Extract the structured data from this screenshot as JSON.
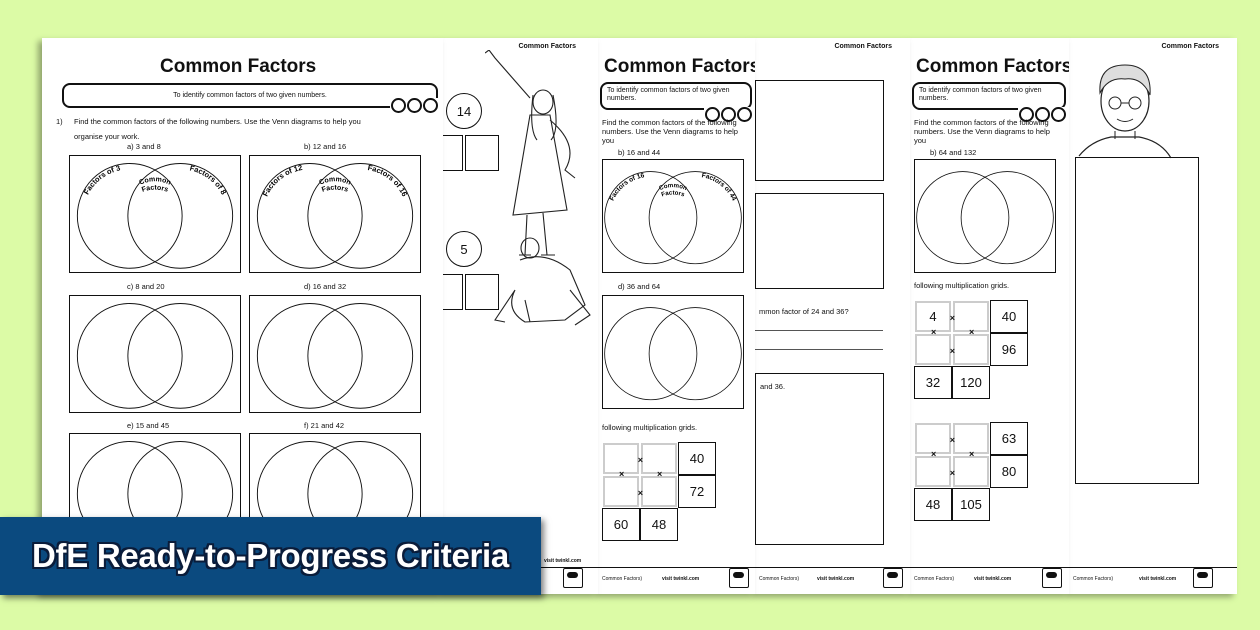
{
  "colors": {
    "background": "#dcfba6",
    "banner": "#0b4a7f",
    "banner_text": "#ffffff"
  },
  "banner": {
    "text": "DfE Ready-to-Progress Criteria"
  },
  "page1": {
    "title": "Common Factors",
    "objective": "To identify common factors of two given numbers.",
    "question_number": "1)",
    "question_line1": "Find the common factors of the following numbers. Use the Venn diagrams to help you",
    "question_line2": "organise your work.",
    "venns": [
      {
        "label": "a)  3 and 8",
        "left": "Factors of 3",
        "middle1": "Common",
        "middle2": "Factors",
        "right": "Factors of 8"
      },
      {
        "label": "b)  12 and 16",
        "left": "Factors of 12",
        "middle1": "Common",
        "middle2": "Factors",
        "right": "Factors of 16"
      },
      {
        "label": "c)  8 and 20"
      },
      {
        "label": "d)  16 and 32"
      },
      {
        "label": "e)  15 and 45"
      },
      {
        "label": "f)  21 and 42"
      }
    ]
  },
  "page2": {
    "header": "Common Factors",
    "circle1": "14",
    "circle2": "5",
    "footer_link": "visit twinkl.com"
  },
  "page3": {
    "title": "Common Factors",
    "objective": "To identify common factors of two given numbers.",
    "question_line1": "Find the common factors of the following numbers. Use the Venn diagrams to help you",
    "venn_b": {
      "label": "b)  16 and 44",
      "left": "Factors of 16",
      "middle1": "Common",
      "middle2": "Factors",
      "right": "Factors of 44"
    },
    "venn_d": {
      "label": "d)  36 and 64"
    },
    "grids_instruction": "following multiplication grids.",
    "grid": [
      [
        "",
        "",
        "40"
      ],
      [
        "",
        "",
        "72"
      ],
      [
        "60",
        "48",
        ""
      ]
    ],
    "footer_left": "Common Factors)",
    "footer_link": "visit twinkl.com"
  },
  "page4": {
    "header": "Common Factors",
    "question_a": "mmon factor of 24 and 36?",
    "question_b": "and 36.",
    "footer_left": "Common Factors)",
    "footer_link": "visit twinkl.com"
  },
  "page5": {
    "title": "Common Factors",
    "objective": "To identify common factors of two given numbers.",
    "question_line1": "Find the common factors of the following numbers. Use the Venn diagrams to help you",
    "venn_b": {
      "label": "b)  64 and 132"
    },
    "grids_instruction": "following multiplication grids.",
    "grid1": [
      [
        "4",
        "",
        "40"
      ],
      [
        "",
        "",
        "96"
      ],
      [
        "32",
        "120",
        ""
      ]
    ],
    "grid2": [
      [
        "",
        "",
        "63"
      ],
      [
        "",
        "",
        "80"
      ],
      [
        "48",
        "105",
        ""
      ]
    ],
    "footer_left": "Common Factors)",
    "footer_link": "visit twinkl.com"
  },
  "page6": {
    "header": "Common Factors",
    "footer_left": "Common Factors)",
    "footer_link": "visit twinkl.com"
  }
}
